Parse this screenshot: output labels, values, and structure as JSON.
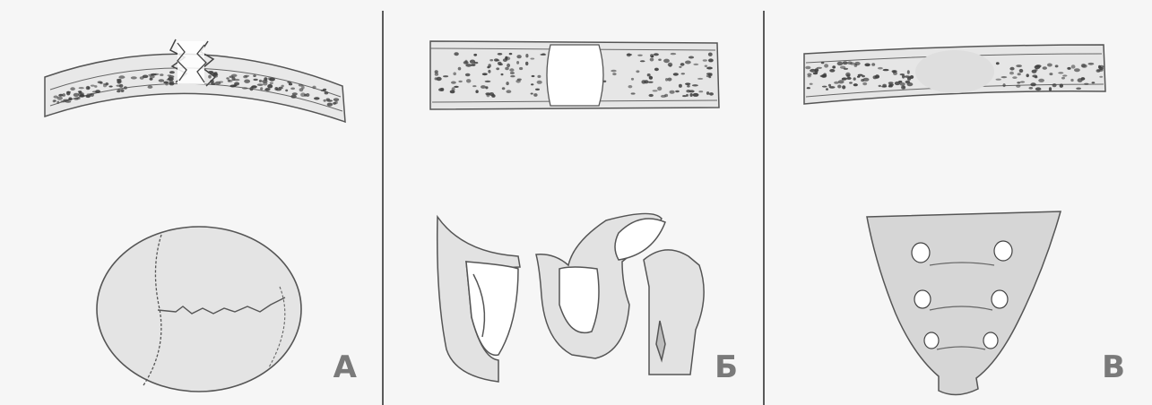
{
  "panels": [
    {
      "id": "a",
      "letter": "А"
    },
    {
      "id": "b",
      "letter": "Б"
    },
    {
      "id": "c",
      "letter": "В"
    }
  ],
  "colors": {
    "background": "#f6f6f6",
    "bone_fill": "#e6e6e6",
    "outline": "#555555",
    "spongy_dots": "#3c3c3c"
  }
}
